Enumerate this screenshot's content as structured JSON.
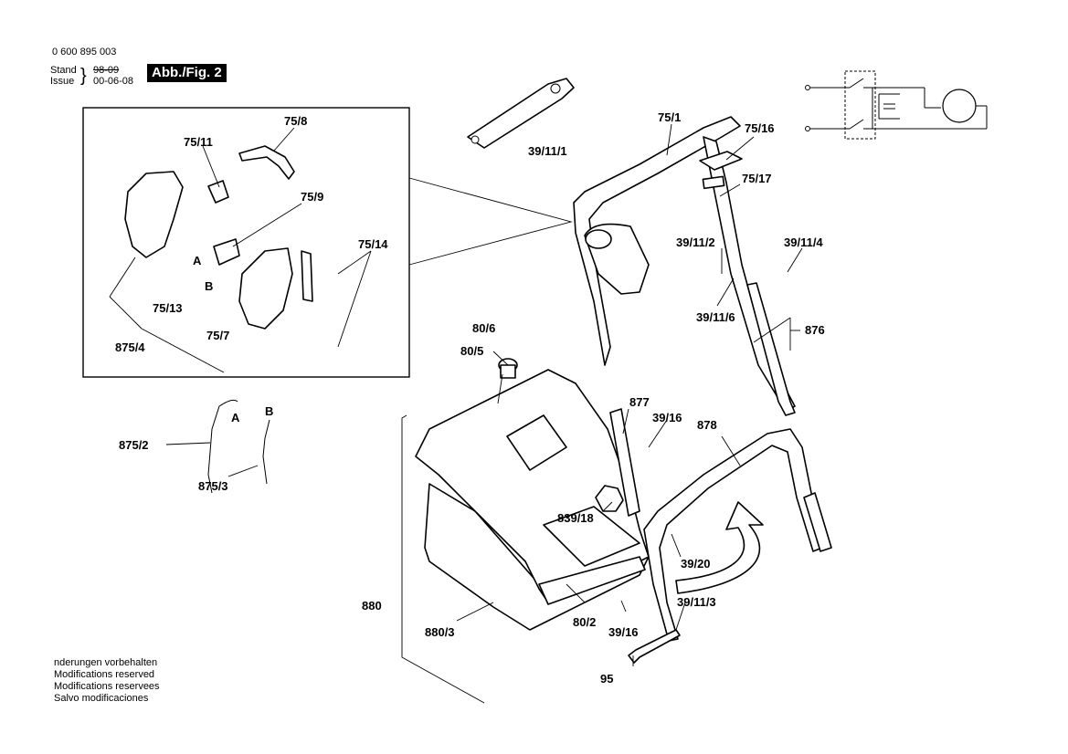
{
  "header": {
    "part_number": "0 600 895 003",
    "stand_label": "Stand",
    "stand_value_old": "98-09",
    "issue_label": "Issue",
    "issue_value": "00-06-08",
    "figure_label": "Abb./Fig. 2"
  },
  "modifications": [
    "nderungen vorbehalten",
    "Modifications reserved",
    "Modifications reservees",
    "Salvo modificaciones"
  ],
  "labels": {
    "p75_1": "75/1",
    "p75_16": "75/16",
    "p75_17": "75/17",
    "p39_11_1": "39/11/1",
    "p75_8": "75/8",
    "p75_11": "75/11",
    "p75_9": "75/9",
    "p75_14": "75/14",
    "p75_13": "75/13",
    "p75_7": "75/7",
    "p875_4": "875/4",
    "pA": "A",
    "pB": "B",
    "p39_11_2": "39/11/2",
    "p39_11_4": "39/11/4",
    "p39_11_6": "39/11/6",
    "p876": "876",
    "p80_6": "80/6",
    "p80_5": "80/5",
    "p877": "877",
    "p39_16a": "39/16",
    "p878": "878",
    "p875_2": "875/2",
    "p875_3": "875/3",
    "pA2": "A",
    "pB2": "B",
    "p839_18": "839/18",
    "p39_20": "39/20",
    "p39_11_3": "39/11/3",
    "p880": "880",
    "p880_3": "880/3",
    "p80_2": "80/2",
    "p39_16b": "39/16",
    "p95": "95"
  }
}
